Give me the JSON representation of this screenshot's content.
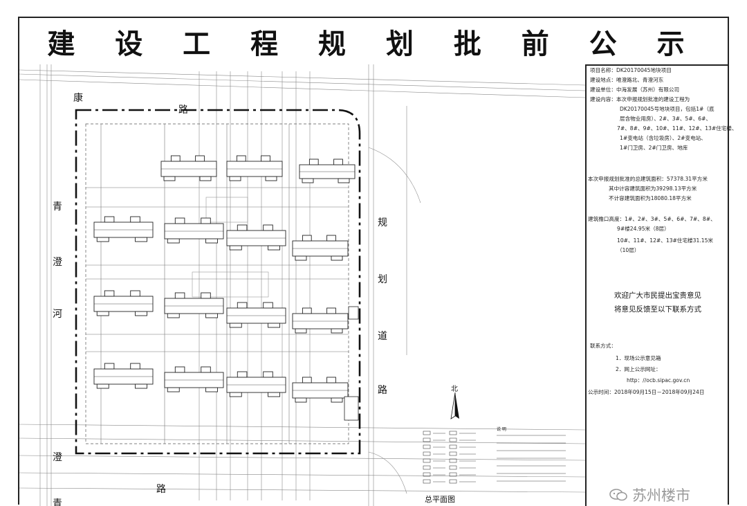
{
  "title": "建 设 工 程 规 划 批 前 公 示",
  "info": {
    "project_name": "项目名称：DK20170045地块项目",
    "location": "建设地点：唯澄路北、青澄河东",
    "developer": "建设单位：中海发展（苏州）有限公司",
    "content_lines": [
      "建设内容：本次申报规划批准的建设工程为",
      "DK20170045号地块项目，包括1#（底",
      "层含物业用房）、2#、3#、5#、6#、",
      "7#、8#、9#、10#、11#、12#、13#住宅楼、",
      "1#变电站（含垃圾房）、2#变电站、",
      "1#门卫房、2#门卫房、地库"
    ],
    "area_lines": [
      "本次申报规划批准的总建筑面积：57378.31平方米",
      "其中计容建筑面积为39298.13平方米",
      "不计容建筑面积为18080.18平方米"
    ],
    "height_lines": [
      "建筑檐口高度：1#、2#、3#、5#、6#、7#、8#、",
      "9#楼24.95米（8层）",
      "10#、11#、12#、13#住宅楼31.15米",
      "（10层）"
    ],
    "welcome_lines": [
      "欢迎广大市民提出宝贵意见",
      "将意见反馈至以下联系方式"
    ],
    "contact_lines": [
      "联系方式：",
      "1．现场公示意见箱",
      "2．网上公示网址：",
      "http：//ocb.sipac.gov.cn"
    ],
    "period": "公示时间：2018年09月15日－2018年09月24日"
  },
  "plan": {
    "roads": {
      "kang": [
        "康",
        "路"
      ],
      "qingcheng_river": [
        "青",
        "澄",
        "河"
      ],
      "planned_road": [
        "规",
        "划",
        "道",
        "路"
      ],
      "weicheng_road": [
        "澄",
        "路"
      ],
      "bottom_left": "青"
    },
    "north_label": "北",
    "caption": "总平面图",
    "legend_title": "说 明"
  },
  "watermark": "苏州楼市"
}
